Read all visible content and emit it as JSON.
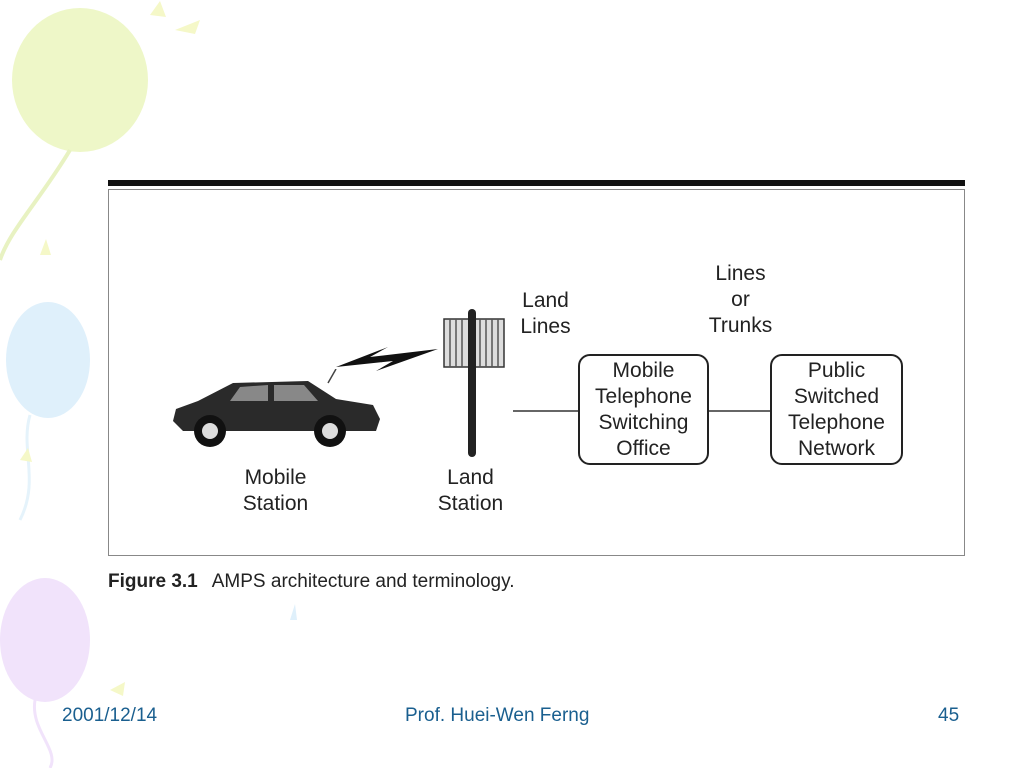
{
  "diagram": {
    "nodes": {
      "mobile_station": "Mobile\nStation",
      "land_station": "Land\nStation",
      "land_lines": "Land\nLines",
      "lines_or_trunks": "Lines\nor\nTrunks",
      "mtso": "Mobile\nTelephone\nSwitching\nOffice",
      "pstn": "Public\nSwitched\nTelephone\nNetwork"
    }
  },
  "caption": {
    "number": "Figure 3.1",
    "text": "AMPS architecture and terminology."
  },
  "footer": {
    "date": "2001/12/14",
    "author": "Prof. Huei-Wen Ferng",
    "page": "45"
  },
  "colors": {
    "footer_text": "#1a5f8f",
    "balloon_green": "#eef7c8",
    "balloon_blue": "#dff0fb",
    "balloon_purple": "#f1e3fb"
  }
}
